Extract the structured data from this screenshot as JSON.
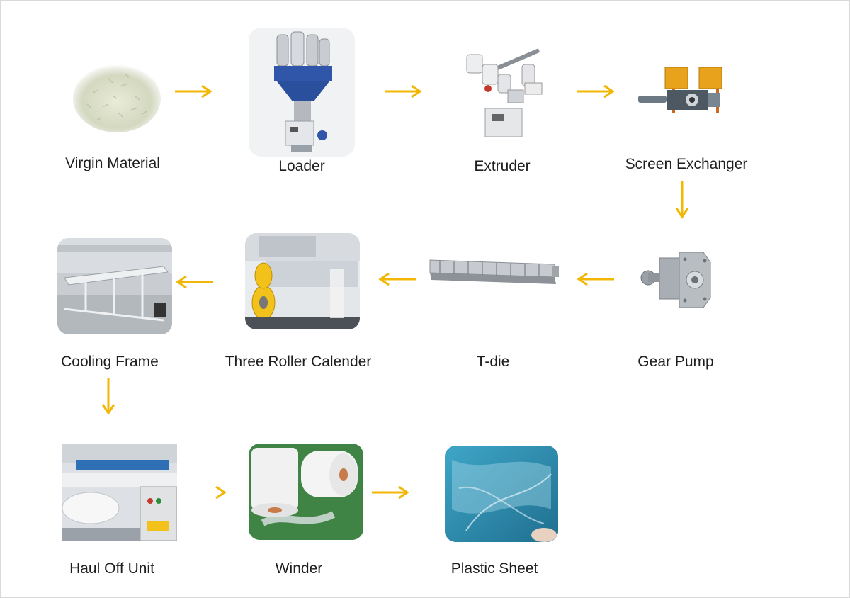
{
  "diagram": {
    "arrow_color": "#F2B705",
    "steps": [
      {
        "id": "virgin-material",
        "label": "Virgin Material",
        "icon": "pellets-image"
      },
      {
        "id": "loader",
        "label": "Loader",
        "icon": "loader-machine-image"
      },
      {
        "id": "extruder",
        "label": "Extruder",
        "icon": "extruder-machine-image"
      },
      {
        "id": "screen-exchanger",
        "label": "Screen Exchanger",
        "icon": "screen-exchanger-image"
      },
      {
        "id": "gear-pump",
        "label": "Gear Pump",
        "icon": "gear-pump-image"
      },
      {
        "id": "t-die",
        "label": "T-die",
        "icon": "t-die-image"
      },
      {
        "id": "three-roller-calender",
        "label": "Three Roller Calender",
        "icon": "calender-rollers-image"
      },
      {
        "id": "cooling-frame",
        "label": "Cooling Frame",
        "icon": "cooling-frame-image"
      },
      {
        "id": "haul-off-unit",
        "label": "Haul Off Unit",
        "icon": "haul-off-machine-image"
      },
      {
        "id": "winder",
        "label": "Winder",
        "icon": "film-rolls-image"
      },
      {
        "id": "plastic-sheet",
        "label": "Plastic Sheet",
        "icon": "plastic-sheet-image"
      }
    ]
  }
}
